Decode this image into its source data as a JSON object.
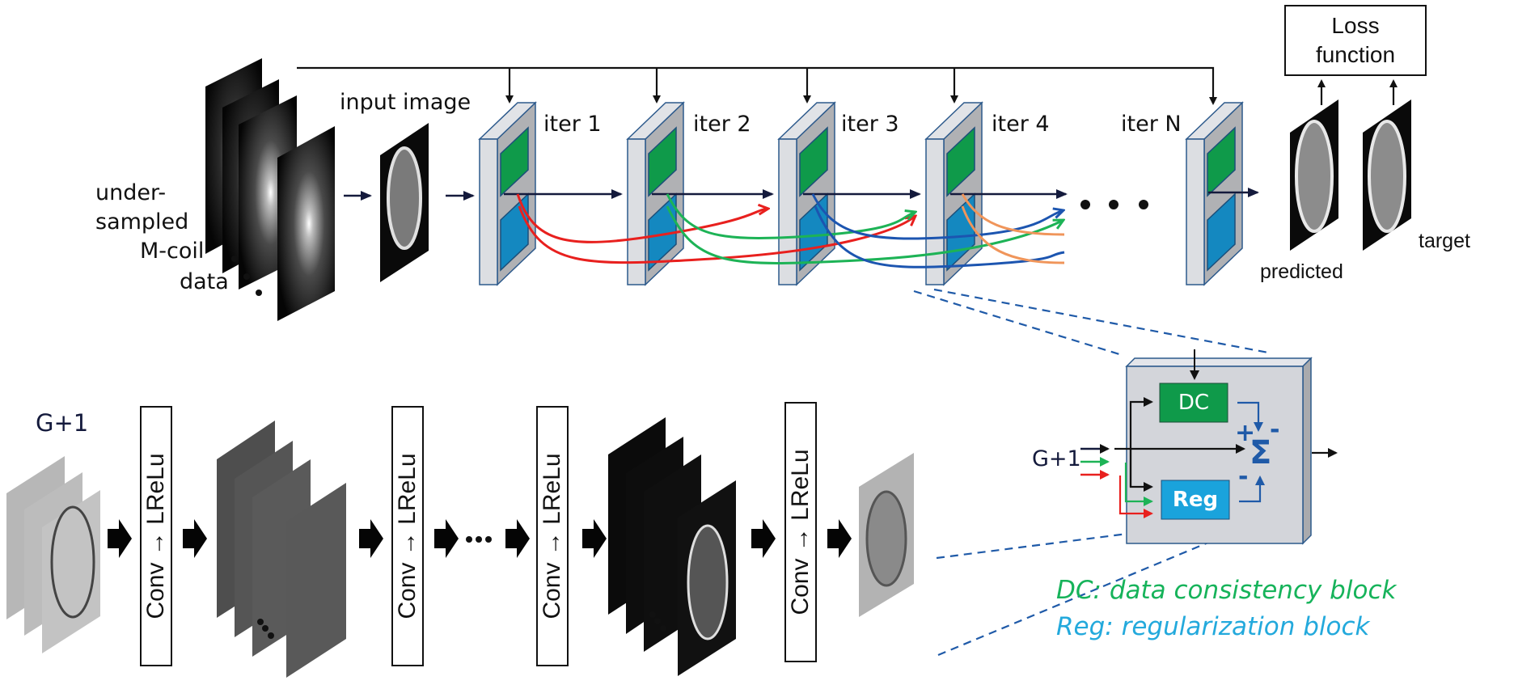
{
  "top": {
    "input_label_lines": [
      "under-",
      "sampled",
      "M-coil",
      "data"
    ],
    "input_image_label": "input image",
    "iterations": [
      "iter 1",
      "iter 2",
      "iter 3",
      "iter 4",
      "iter N"
    ],
    "ellipsis": "• • •",
    "loss_lines": [
      "Loss",
      "function"
    ],
    "predicted_label": "predicted",
    "target_label": "target"
  },
  "detail": {
    "dc_label": "DC",
    "reg_label": "Reg",
    "sum_symbol": "Σ",
    "input_label": "G+1",
    "plus": "+",
    "minus": "-"
  },
  "cnn": {
    "input_label": "G+1",
    "layer_label": "Conv → LReLu",
    "ellipsis": "•••"
  },
  "legend": {
    "dc": "DC: data consistency block",
    "reg": "Reg: regularization block"
  },
  "colors": {
    "dc_green": "#0f9a4a",
    "reg_blue": "#1aa3dc",
    "block_gray": "#d3d5da",
    "dashed_blue": "#1f5aa8",
    "skip_red": "#e8201e",
    "skip_green": "#1db356",
    "skip_blue": "#1c55b0",
    "skip_orange": "#f0955a",
    "arrow_navy": "#141a3c",
    "legend_green": "#16b35a",
    "legend_cyan": "#23a9dc"
  }
}
